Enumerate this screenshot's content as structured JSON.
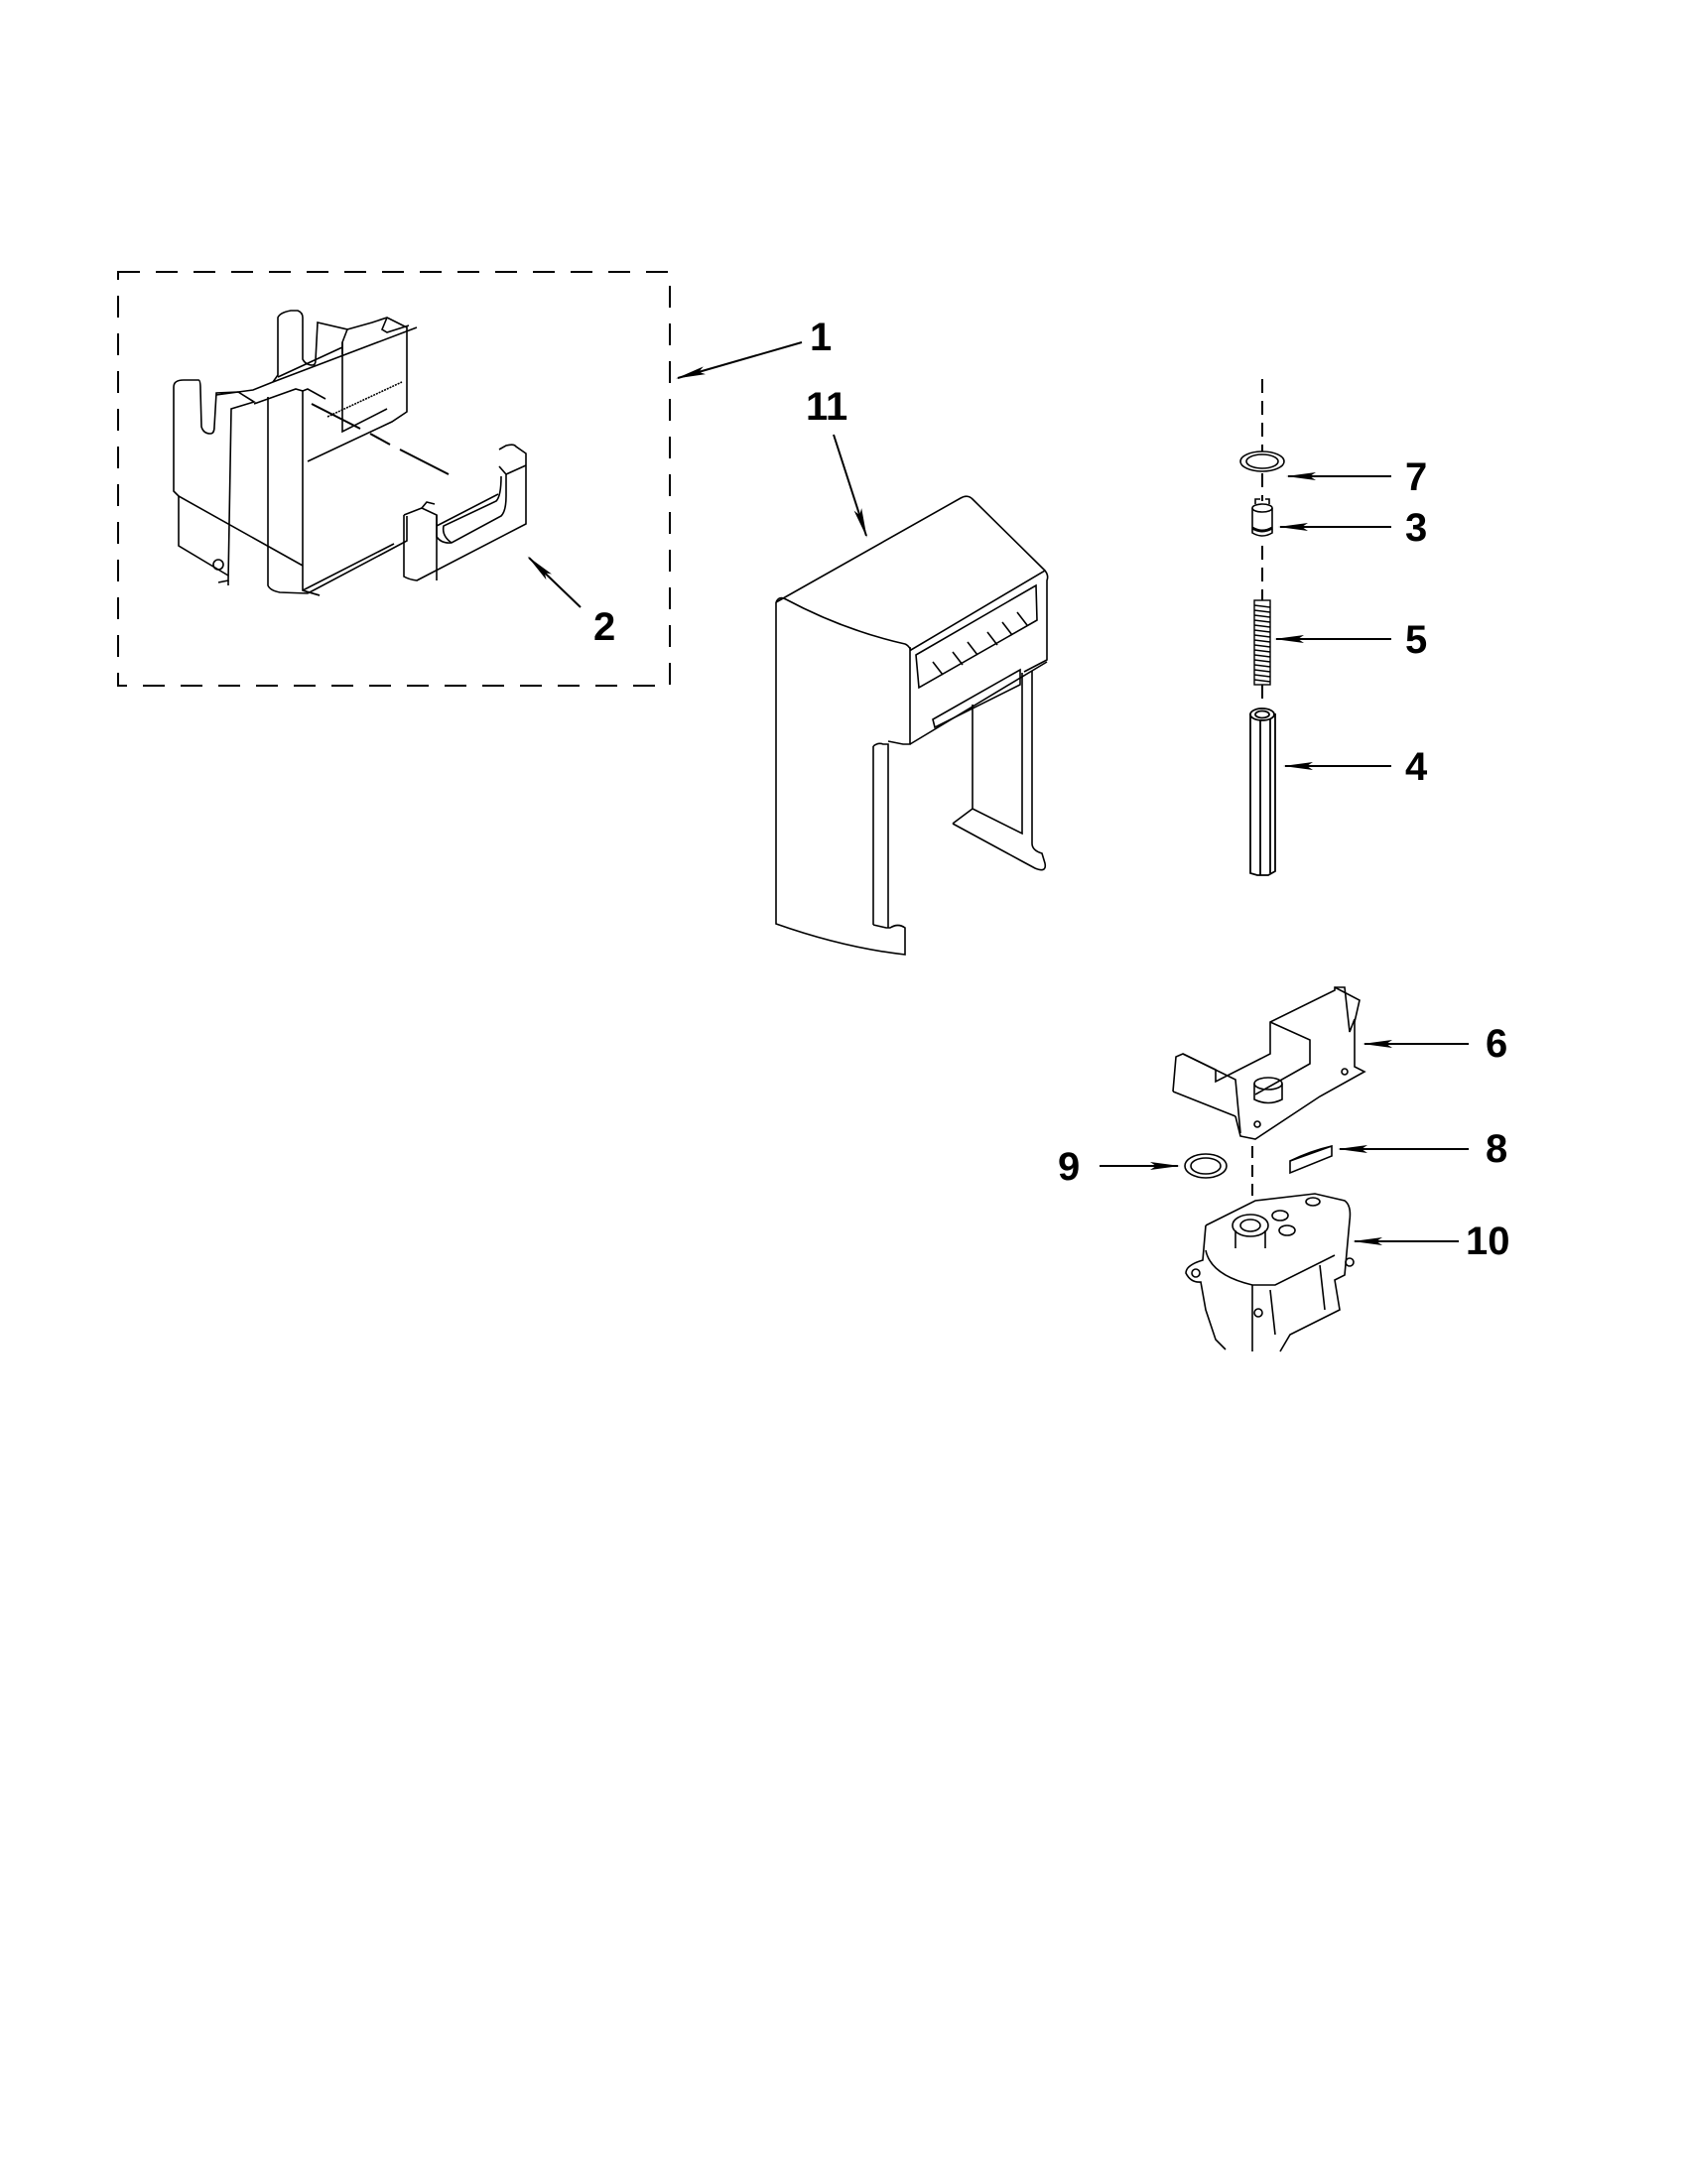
{
  "diagram": {
    "type": "exploded-parts-diagram",
    "background": "#ffffff",
    "line_color": "#000000",
    "callouts": [
      {
        "id": "1",
        "label": "1",
        "target": "assembly-group-dashed-box"
      },
      {
        "id": "2",
        "label": "2",
        "target": "bucket-end-cap"
      },
      {
        "id": "3",
        "label": "3",
        "target": "bushing"
      },
      {
        "id": "4",
        "label": "4",
        "target": "hex-shaft"
      },
      {
        "id": "5",
        "label": "5",
        "target": "spring"
      },
      {
        "id": "6",
        "label": "6",
        "target": "motor-mount-bracket"
      },
      {
        "id": "7",
        "label": "7",
        "target": "washer-top"
      },
      {
        "id": "8",
        "label": "8",
        "target": "pad"
      },
      {
        "id": "9",
        "label": "9",
        "target": "washer-bottom"
      },
      {
        "id": "10",
        "label": "10",
        "target": "auger-motor"
      },
      {
        "id": "11",
        "label": "11",
        "target": "dispenser-housing-cover"
      }
    ]
  }
}
